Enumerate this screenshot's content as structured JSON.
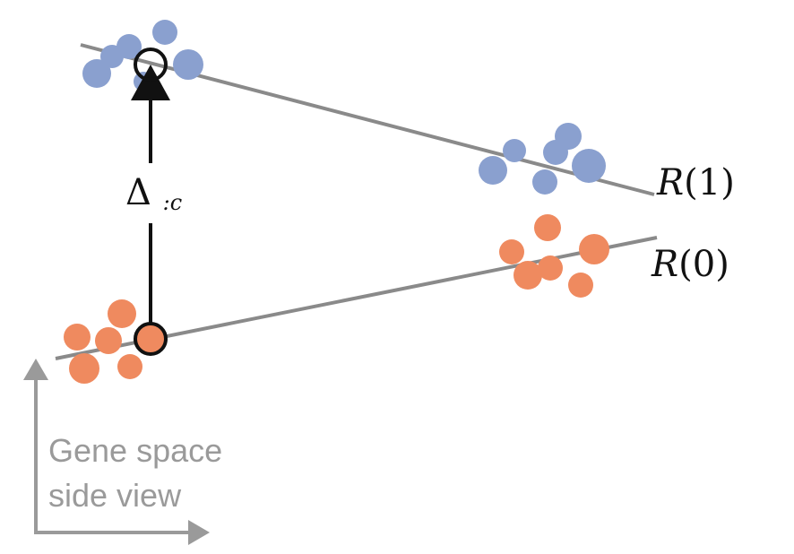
{
  "labels": {
    "r1": {
      "symbol": "R",
      "open": "(",
      "arg": "1",
      "close": ")"
    },
    "r0": {
      "symbol": "R",
      "open": "(",
      "arg": "0",
      "close": ")"
    },
    "delta": {
      "symbol": "Δ",
      "subscript": ":c"
    },
    "axis_caption": {
      "line1": "Gene space",
      "line2": "side view"
    }
  },
  "colors": {
    "treated_points": "#8aa0cf",
    "control_points": "#ef8a5f",
    "fit_lines": "#8a8a8a",
    "axis": "#9a9a9a",
    "marker": "#111111",
    "arrow": "#111111"
  },
  "icons": {
    "axis_arrows": "arrow-icon",
    "shift_arrow": "arrow-up-icon",
    "centroid_markers": "circle-marker-icon"
  }
}
